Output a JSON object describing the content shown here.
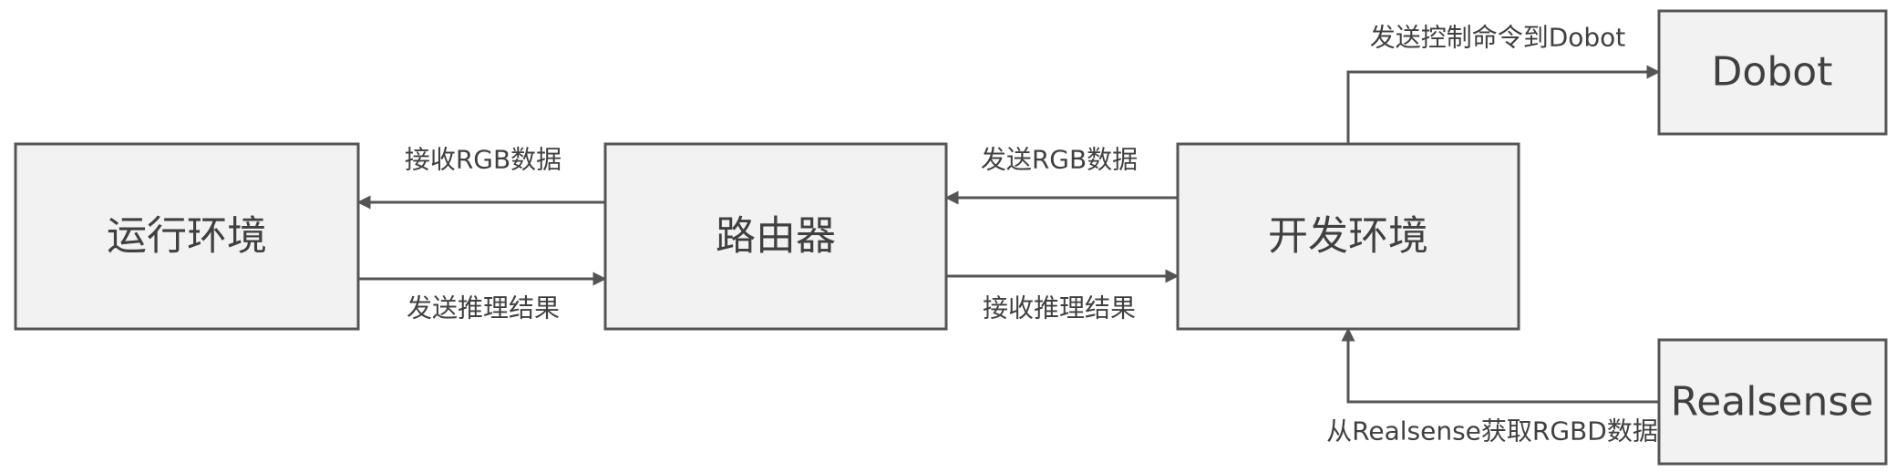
{
  "nodes": {
    "runtime": "运行环境",
    "router": "路由器",
    "devenv": "开发环境",
    "dobot": "Dobot",
    "realsense": "Realsense"
  },
  "edges": {
    "router_to_runtime": "接收RGB数据",
    "runtime_to_router": "发送推理结果",
    "devenv_to_router": "发送RGB数据",
    "router_to_devenv": "接收推理结果",
    "devenv_to_dobot": "发送控制命令到Dobot",
    "realsense_to_devenv": "从Realsense获取RGBD数据"
  },
  "colors": {
    "box_fill": "#f2f2f2",
    "stroke": "#555555",
    "text": "#404040"
  }
}
